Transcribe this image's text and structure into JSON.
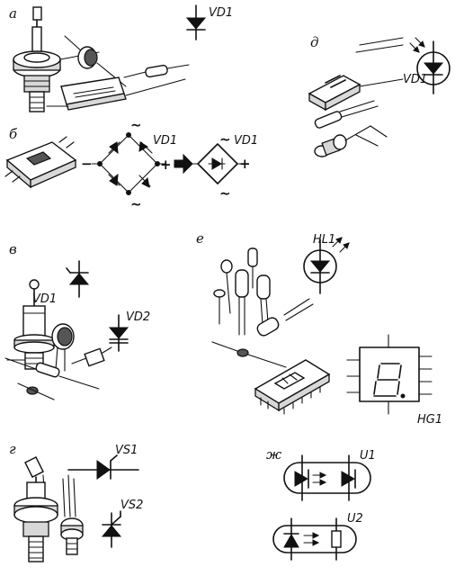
{
  "sections": {
    "a": "а",
    "b": "б",
    "v": "в",
    "g": "г",
    "d": "д",
    "e": "е",
    "zh": "ж"
  },
  "labels": {
    "vd1_a": "VD1",
    "vd1_b1": "VD1",
    "vd1_b2": "VD1",
    "vd1_v": "VD1",
    "vd2_v": "VD2",
    "vs1": "VS1",
    "vs2": "VS2",
    "vd1_d": "VD1",
    "hl1": "HL1",
    "hg1": "HG1",
    "u1": "U1",
    "u2": "U2"
  },
  "polarity": {
    "minus": "−",
    "plus": "+",
    "ac": "~"
  }
}
